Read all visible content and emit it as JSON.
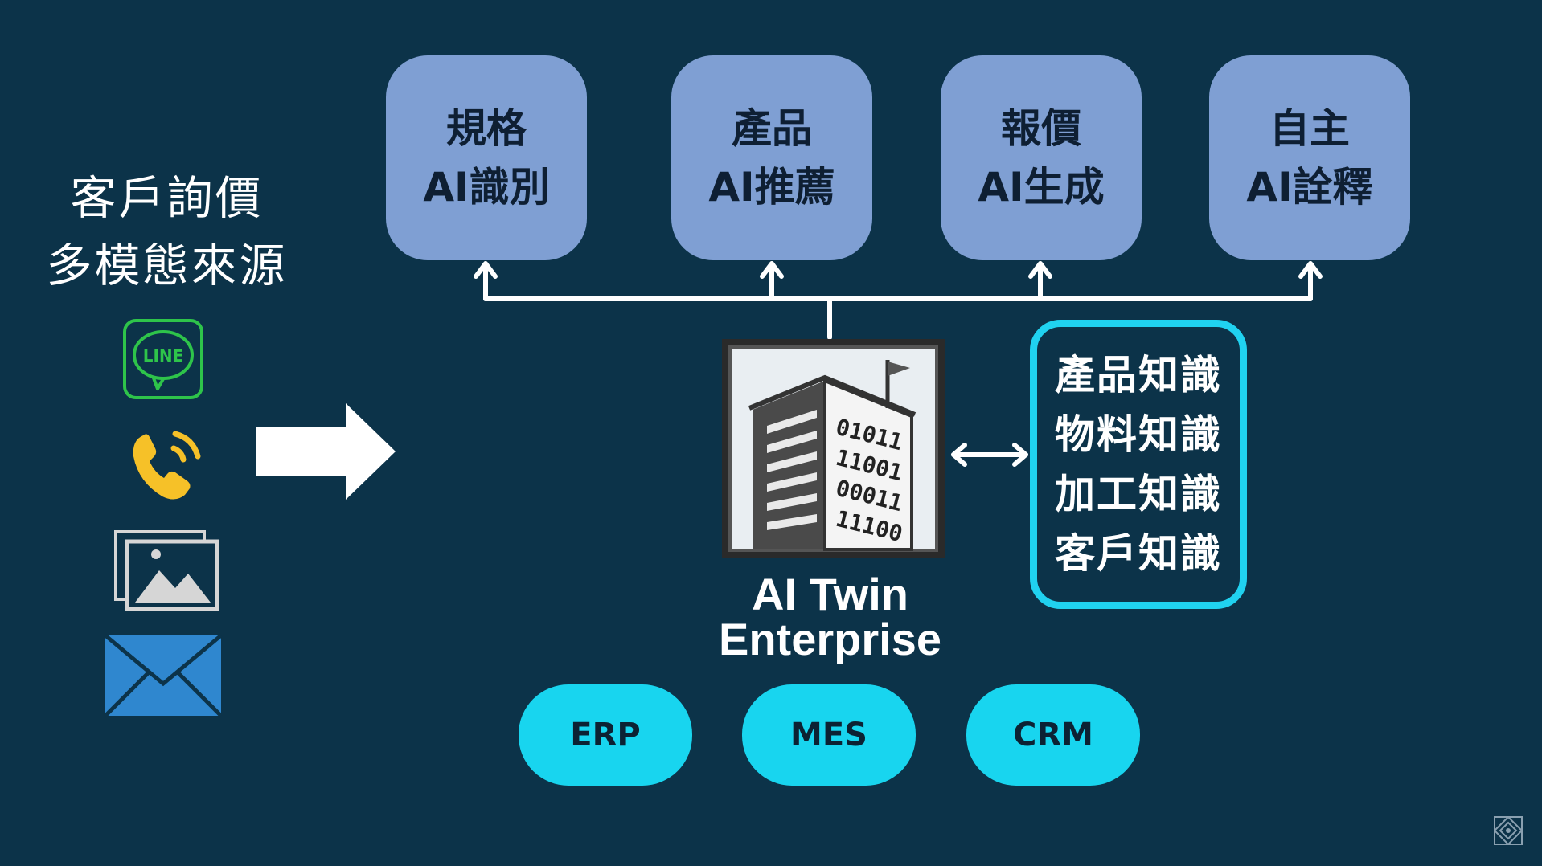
{
  "sources": {
    "title_line1": "客戶詢價",
    "title_line2": "多模態來源",
    "channels": [
      {
        "icon": "line-app-icon",
        "label": "LINE"
      },
      {
        "icon": "phone-icon"
      },
      {
        "icon": "image-icon"
      },
      {
        "icon": "email-icon"
      }
    ]
  },
  "capabilities": [
    {
      "line1": "規格",
      "line2": "AI識別"
    },
    {
      "line1": "產品",
      "line2": "AI推薦"
    },
    {
      "line1": "報價",
      "line2": "AI生成"
    },
    {
      "line1": "自主",
      "line2": "AI詮釋"
    }
  ],
  "core": {
    "line1": "AI Twin",
    "line2": "Enterprise",
    "binary": [
      "01011",
      "11001",
      "00011",
      "11100"
    ]
  },
  "knowledge": [
    "產品知識",
    "物料知識",
    "加工知識",
    "客戶知識"
  ],
  "systems": [
    "ERP",
    "MES",
    "CRM"
  ],
  "colors": {
    "background": "#0c3349",
    "capability_box": "#7f9fd3",
    "accent_cyan": "#18d5ef",
    "line_green": "#2ec44a",
    "phone_yellow": "#f6c128",
    "mail_blue": "#2f87cf"
  }
}
